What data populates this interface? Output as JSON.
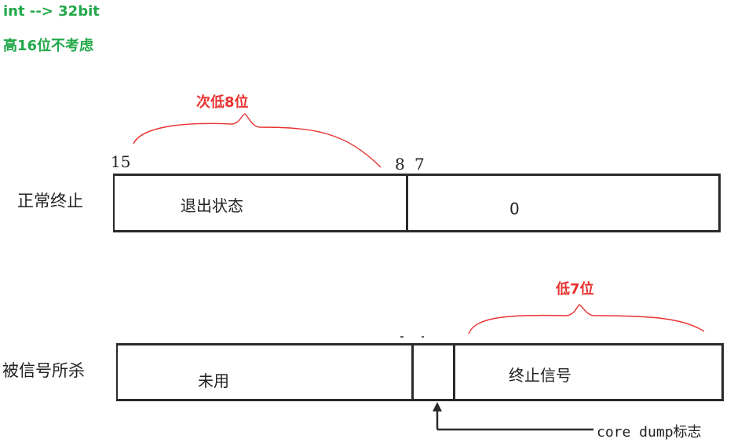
{
  "header": {
    "line1": "int --> 32bit",
    "line2": "高16位不考虑"
  },
  "annotations": {
    "upper_brace_label": "次低8位",
    "lower_brace_label": "低7位",
    "core_dump_label": "core dump标志"
  },
  "rows": {
    "normal": {
      "label": "正常终止",
      "bit_left": "15",
      "bit_mid_left": "8",
      "bit_mid_right": "7",
      "field_high": "退出状态",
      "field_low": "0"
    },
    "signal": {
      "label": "被信号所杀",
      "field_unused": "未用",
      "field_signal": "终止信号"
    }
  },
  "colors": {
    "green": "#22a84a",
    "red": "#e8312f",
    "line": "#2a2a2a"
  }
}
